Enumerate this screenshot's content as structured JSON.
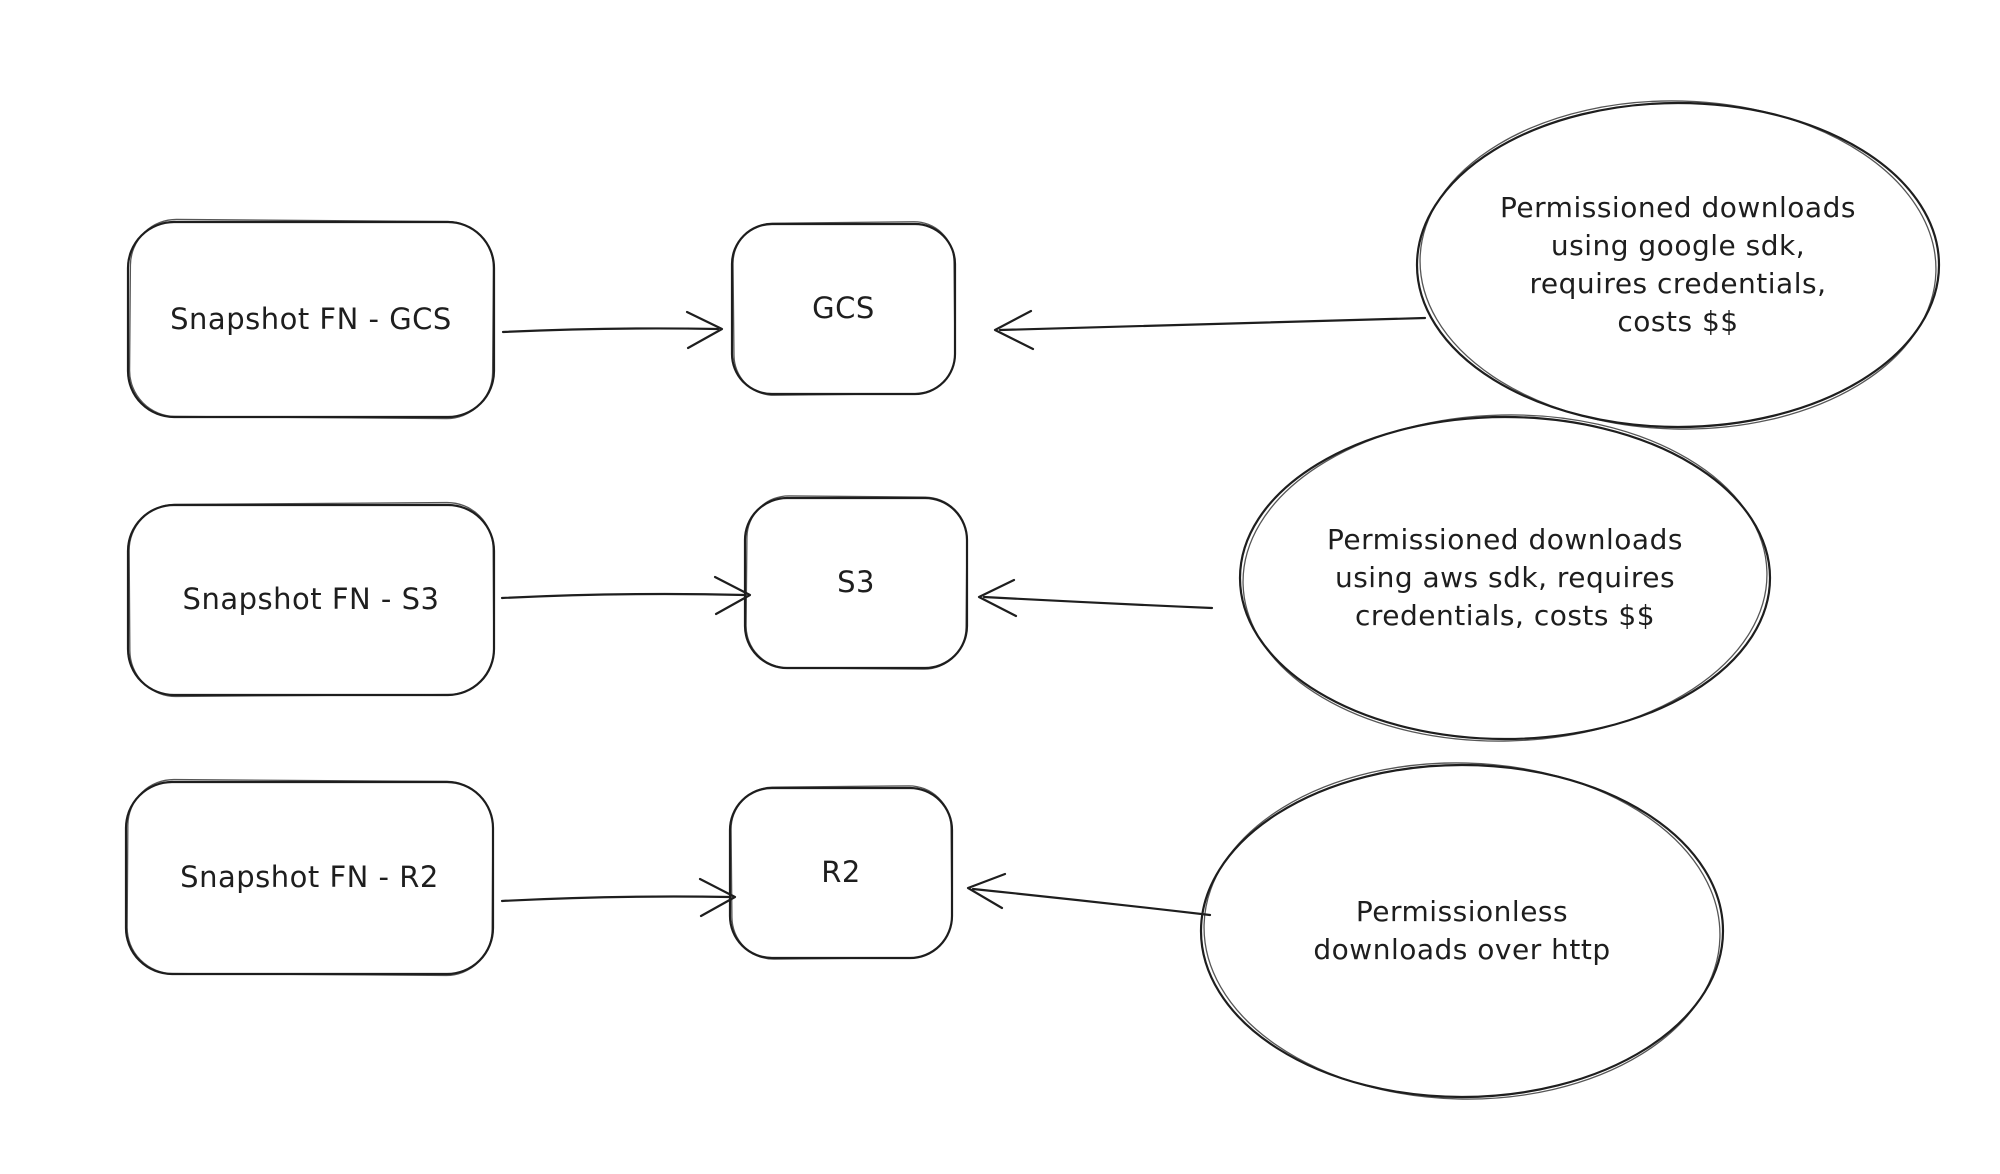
{
  "theme": {
    "background": "#ffffff",
    "ink": "#1e1e1e"
  },
  "diagram": {
    "rows": [
      {
        "source_label": "Snapshot FN - GCS",
        "target_label": "GCS",
        "note": "Permissioned downloads\nusing google sdk,\nrequires credentials,\ncosts $$"
      },
      {
        "source_label": "Snapshot FN - S3",
        "target_label": "S3",
        "note": "Permissioned downloads\nusing aws sdk, requires\ncredentials, costs $$"
      },
      {
        "source_label": "Snapshot FN - R2",
        "target_label": "R2",
        "note": "Permissionless\ndownloads over http"
      }
    ]
  }
}
